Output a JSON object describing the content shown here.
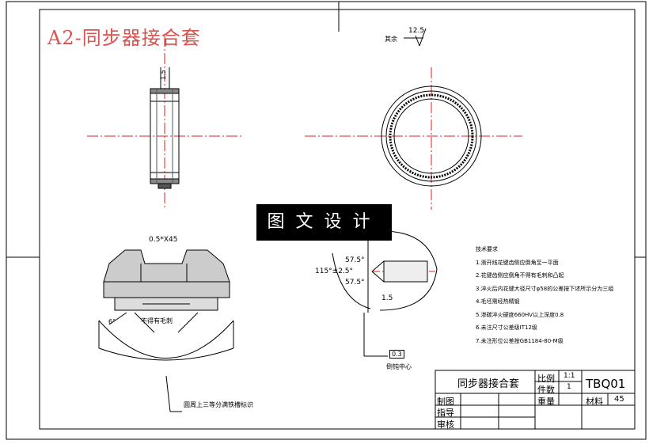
{
  "title": "A2-同步器接合套",
  "watermark": "图文设计",
  "surface_symbol": {
    "prefix": "其余",
    "value": "12.5"
  },
  "dimensions": {
    "chamfer": "0.5*X45",
    "angle_total": "115°±2.5°",
    "angle_upper": "57.5°",
    "angle_lower": "57.5°",
    "depth": "1.5",
    "small_angle": "6°",
    "no_burr": "不得有毛刺",
    "bottom_note": "圆周上三等分满铁槽标识",
    "center_note": "倒钝中心",
    "box_value": "0.3",
    "top_dim": "1.5"
  },
  "technical_requirements": {
    "heading": "技术要求",
    "items": [
      "1.渐开线花键齿侧应倒角至一平面",
      "2.花键齿侧应倒角不得有毛刺和凸起",
      "3.淬火后内花键大径尺寸φ58的公差按下述所示分为三组",
      "4.毛坯需经热精锻",
      "5.渗碳淬火硬度660HV以上深度0.8",
      "6.未注尺寸公差级IT12级",
      "7.未注形位公差按GB1184-80-M级"
    ]
  },
  "title_block": {
    "part_name": "同步器接合套",
    "scale_label": "比例",
    "scale_value": "1:1",
    "qty_label": "件数",
    "qty_value": "1",
    "drawing_no": "TBQ01",
    "drawn_label": "制图",
    "guide_label": "指导",
    "review_label": "审核",
    "weight_label": "重量",
    "material_label": "材料",
    "material_value": "45"
  }
}
